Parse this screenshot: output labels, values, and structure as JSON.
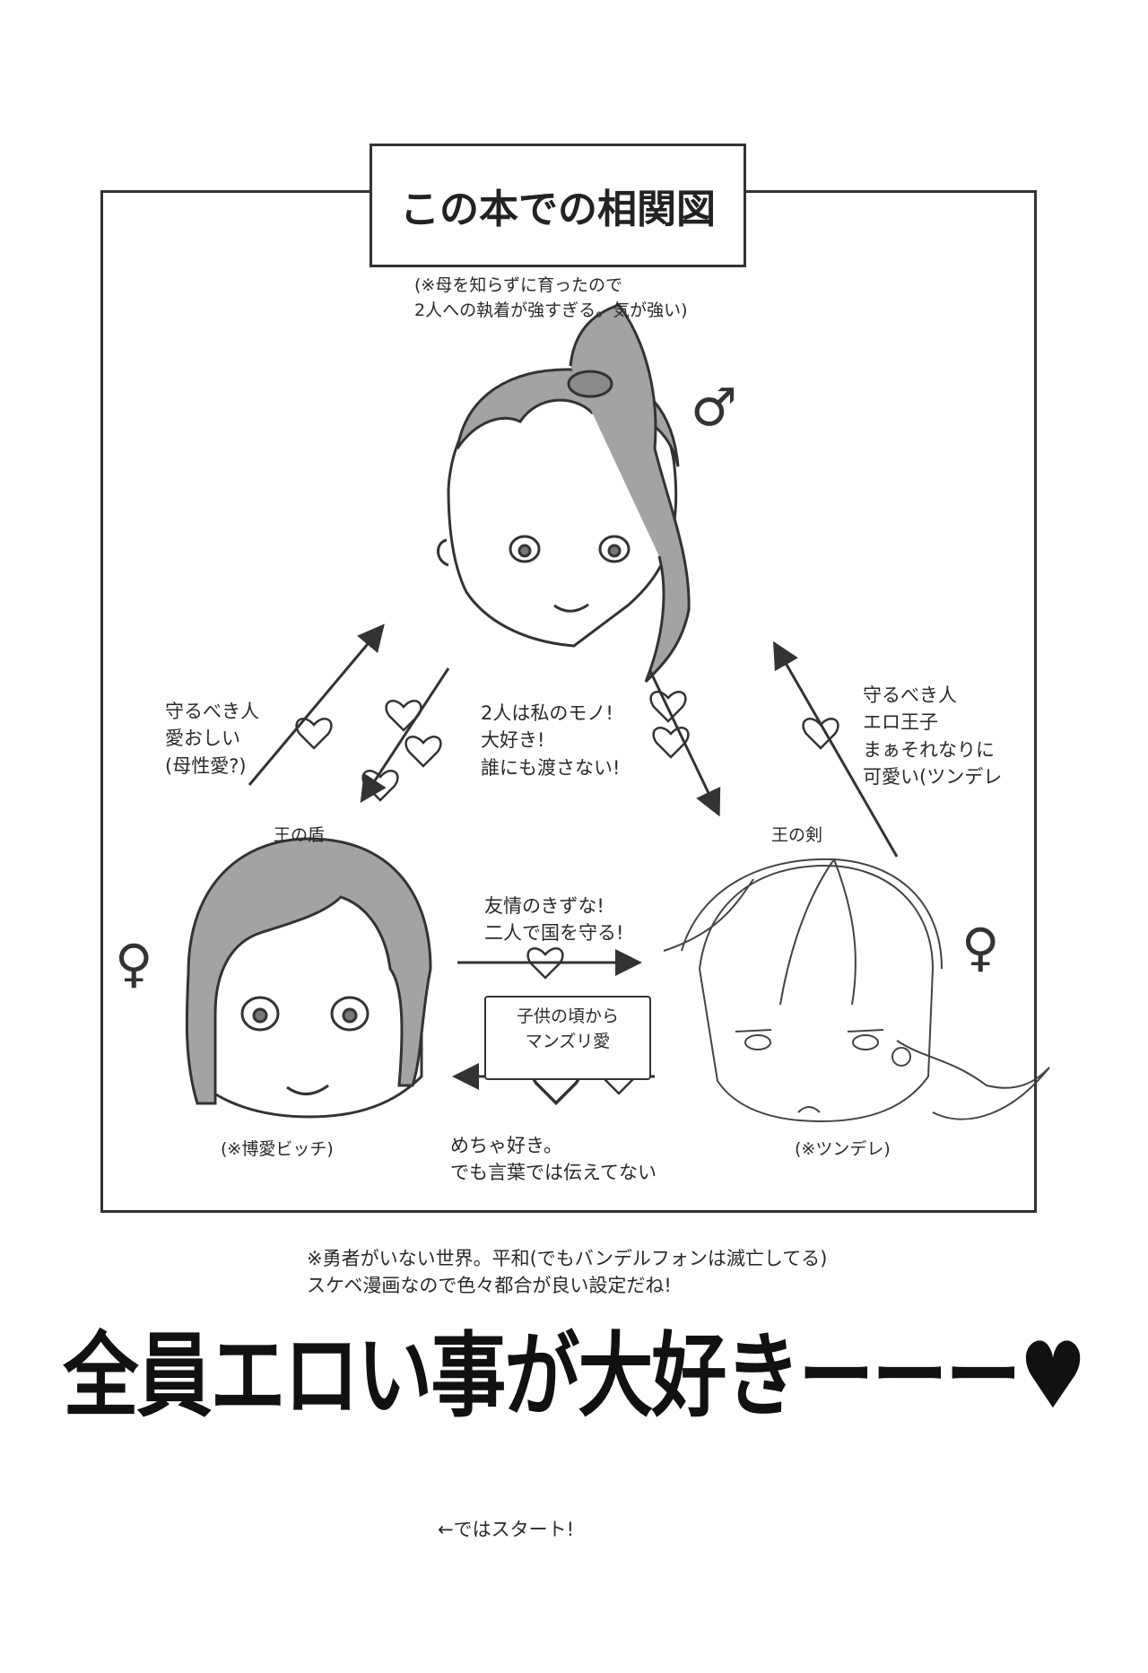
{
  "title": "この本での相関図",
  "top_note": "(※母を知らずに育ったので\n2人への執着が強すぎる。気が強い)",
  "left_arrow_note": "守るべき人\n愛おしい\n(母性愛?)",
  "center_note": "2人は私のモノ!\n大好き!\n誰にも渡さない!",
  "right_arrow_note": "守るべき人\nエロ王子\nまぁそれなりに\n可愛い(ツンデレ",
  "left_role": "王の盾",
  "right_role": "王の剣",
  "friendship_note": "友情のきずな!\n二人で国を守る!",
  "childhood_box": "子供の頃から\nマンズリ愛",
  "love_note": "めちゃ好き。\nでも言葉では伝えてない",
  "left_char_note": "(※博愛ビッチ)",
  "right_char_note": "(※ツンデレ)",
  "symbols": {
    "male": "♂",
    "female_left": "♀",
    "female_right": "♀"
  },
  "footer_note": "※勇者がいない世界。平和(でもバンデルフォンは滅亡してる)\nスケベ漫画なので色々都合が良い設定だね!",
  "big_text": "全員エロい事が大好きーーー♥",
  "start_text": "←ではスタート!"
}
